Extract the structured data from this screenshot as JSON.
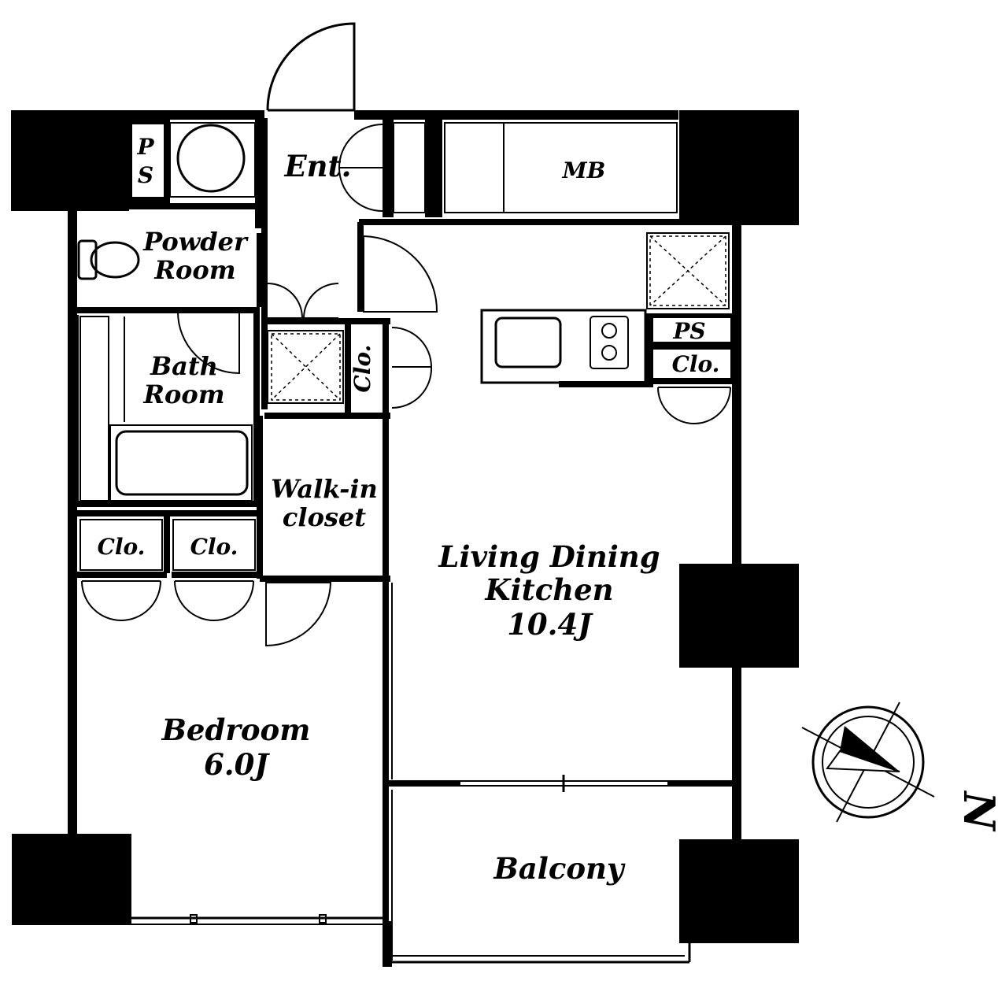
{
  "rooms": {
    "ps_top": [
      "P",
      "S"
    ],
    "entrance": "Ent.",
    "mb": "MB",
    "powder_room": [
      "Powder",
      "Room"
    ],
    "bath_room": [
      "Bath",
      "Room"
    ],
    "closet_small": "Clo.",
    "ps_kitchen": "PS",
    "closet_kitchen": "Clo.",
    "walk_in_closet": [
      "Walk-in",
      "closet"
    ],
    "closet_left": "Clo.",
    "closet_right": "Clo.",
    "ldk": [
      "Living Dining",
      "Kitchen",
      "10.4J"
    ],
    "bedroom": [
      "Bedroom",
      "6.0J"
    ],
    "balcony": "Balcony"
  },
  "compass": {
    "label": "N"
  }
}
